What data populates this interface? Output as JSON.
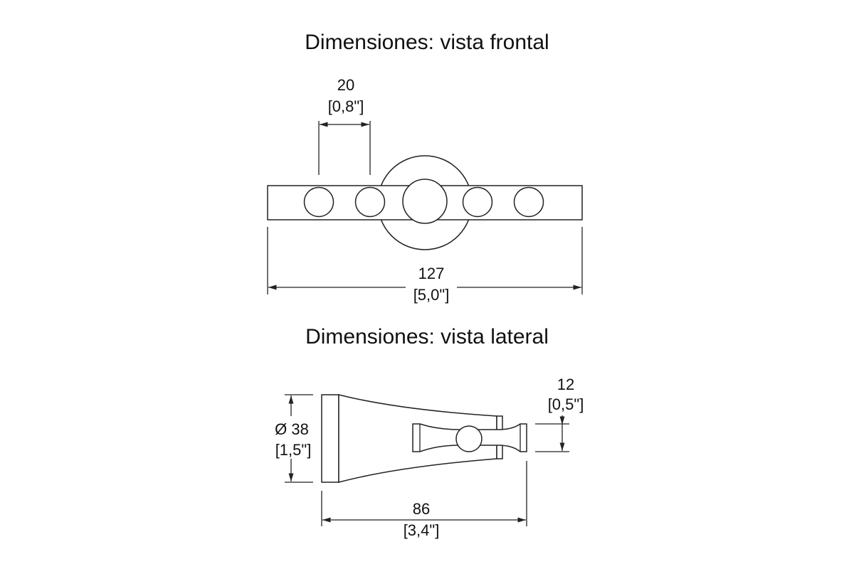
{
  "frontal": {
    "title": "Dimensiones: vista frontal",
    "spacing_mm": "20",
    "spacing_in": "[0,8\"]",
    "width_mm": "127",
    "width_in": "[5,0\"]"
  },
  "lateral": {
    "title": "Dimensiones: vista lateral",
    "diameter_mm": "Ø 38",
    "diameter_in": "[1,5\"]",
    "hook_mm": "12",
    "hook_in": "[0,5\"]",
    "depth_mm": "86",
    "depth_in": "[3,4\"]"
  }
}
